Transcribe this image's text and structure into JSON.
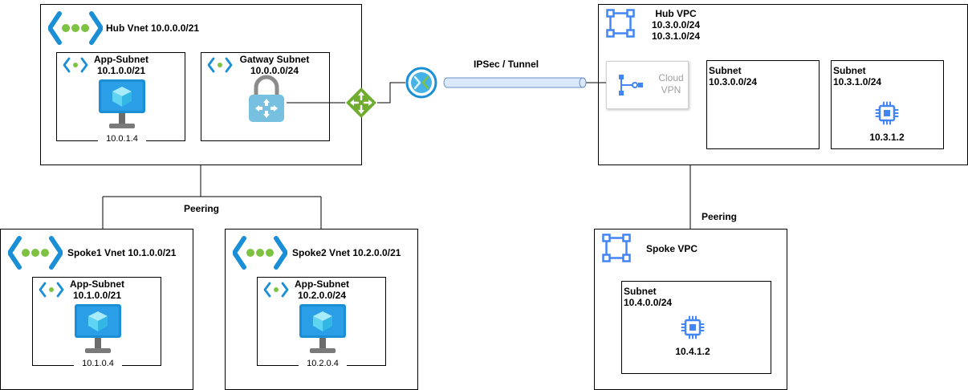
{
  "azure": {
    "hub": {
      "title": "Hub Vnet 10.0.0.0/21"
    },
    "hub_app_subnet": {
      "name": "App-Subnet",
      "cidr": "10.1.0.0/21",
      "vm_ip": "10.0.1.4"
    },
    "hub_gateway_subnet": {
      "name": "Gatway Subnet",
      "cidr": "10.0.0.0/24"
    },
    "spoke1": {
      "title": "Spoke1 Vnet 10.1.0.0/21",
      "subnet_name": "App-Subnet",
      "subnet_cidr": "10.1.0.0/21",
      "vm_ip": "10.1.0.4"
    },
    "spoke2": {
      "title": "Spoke2 Vnet 10.2.0.0/21",
      "subnet_name": "App-Subnet",
      "subnet_cidr": "10.2.0.0/24",
      "vm_ip": "10.2.0.4"
    },
    "peering_label": "Peering"
  },
  "tunnel": {
    "label": "IPSec / Tunnel"
  },
  "gcp": {
    "hub": {
      "title": "Hub VPC",
      "cidr_1": "10.3.0.0/24",
      "cidr_2": "10.3.1.0/24"
    },
    "cloud_vpn": {
      "line1": "Cloud",
      "line2": "VPN"
    },
    "subnet_a": {
      "label": "Subnet",
      "cidr": "10.3.0.0/24"
    },
    "subnet_b": {
      "label": "Subnet",
      "cidr": "10.3.1.0/24",
      "instance_ip": "10.3.1.2"
    },
    "peering_label": "Peering",
    "spoke": {
      "title": "Spoke VPC",
      "subnet_label": "Subnet",
      "subnet_cidr": "10.4.0.0/24",
      "instance_ip": "10.4.1.2"
    }
  },
  "colors": {
    "azure_blue": "#1a8fd6",
    "azure_green": "#7ec242",
    "gcp_blue": "#4285f4",
    "router_green": "#6fac2f",
    "tunnel_fill": "#dae8fc",
    "tunnel_stroke": "#6c8ebf"
  }
}
